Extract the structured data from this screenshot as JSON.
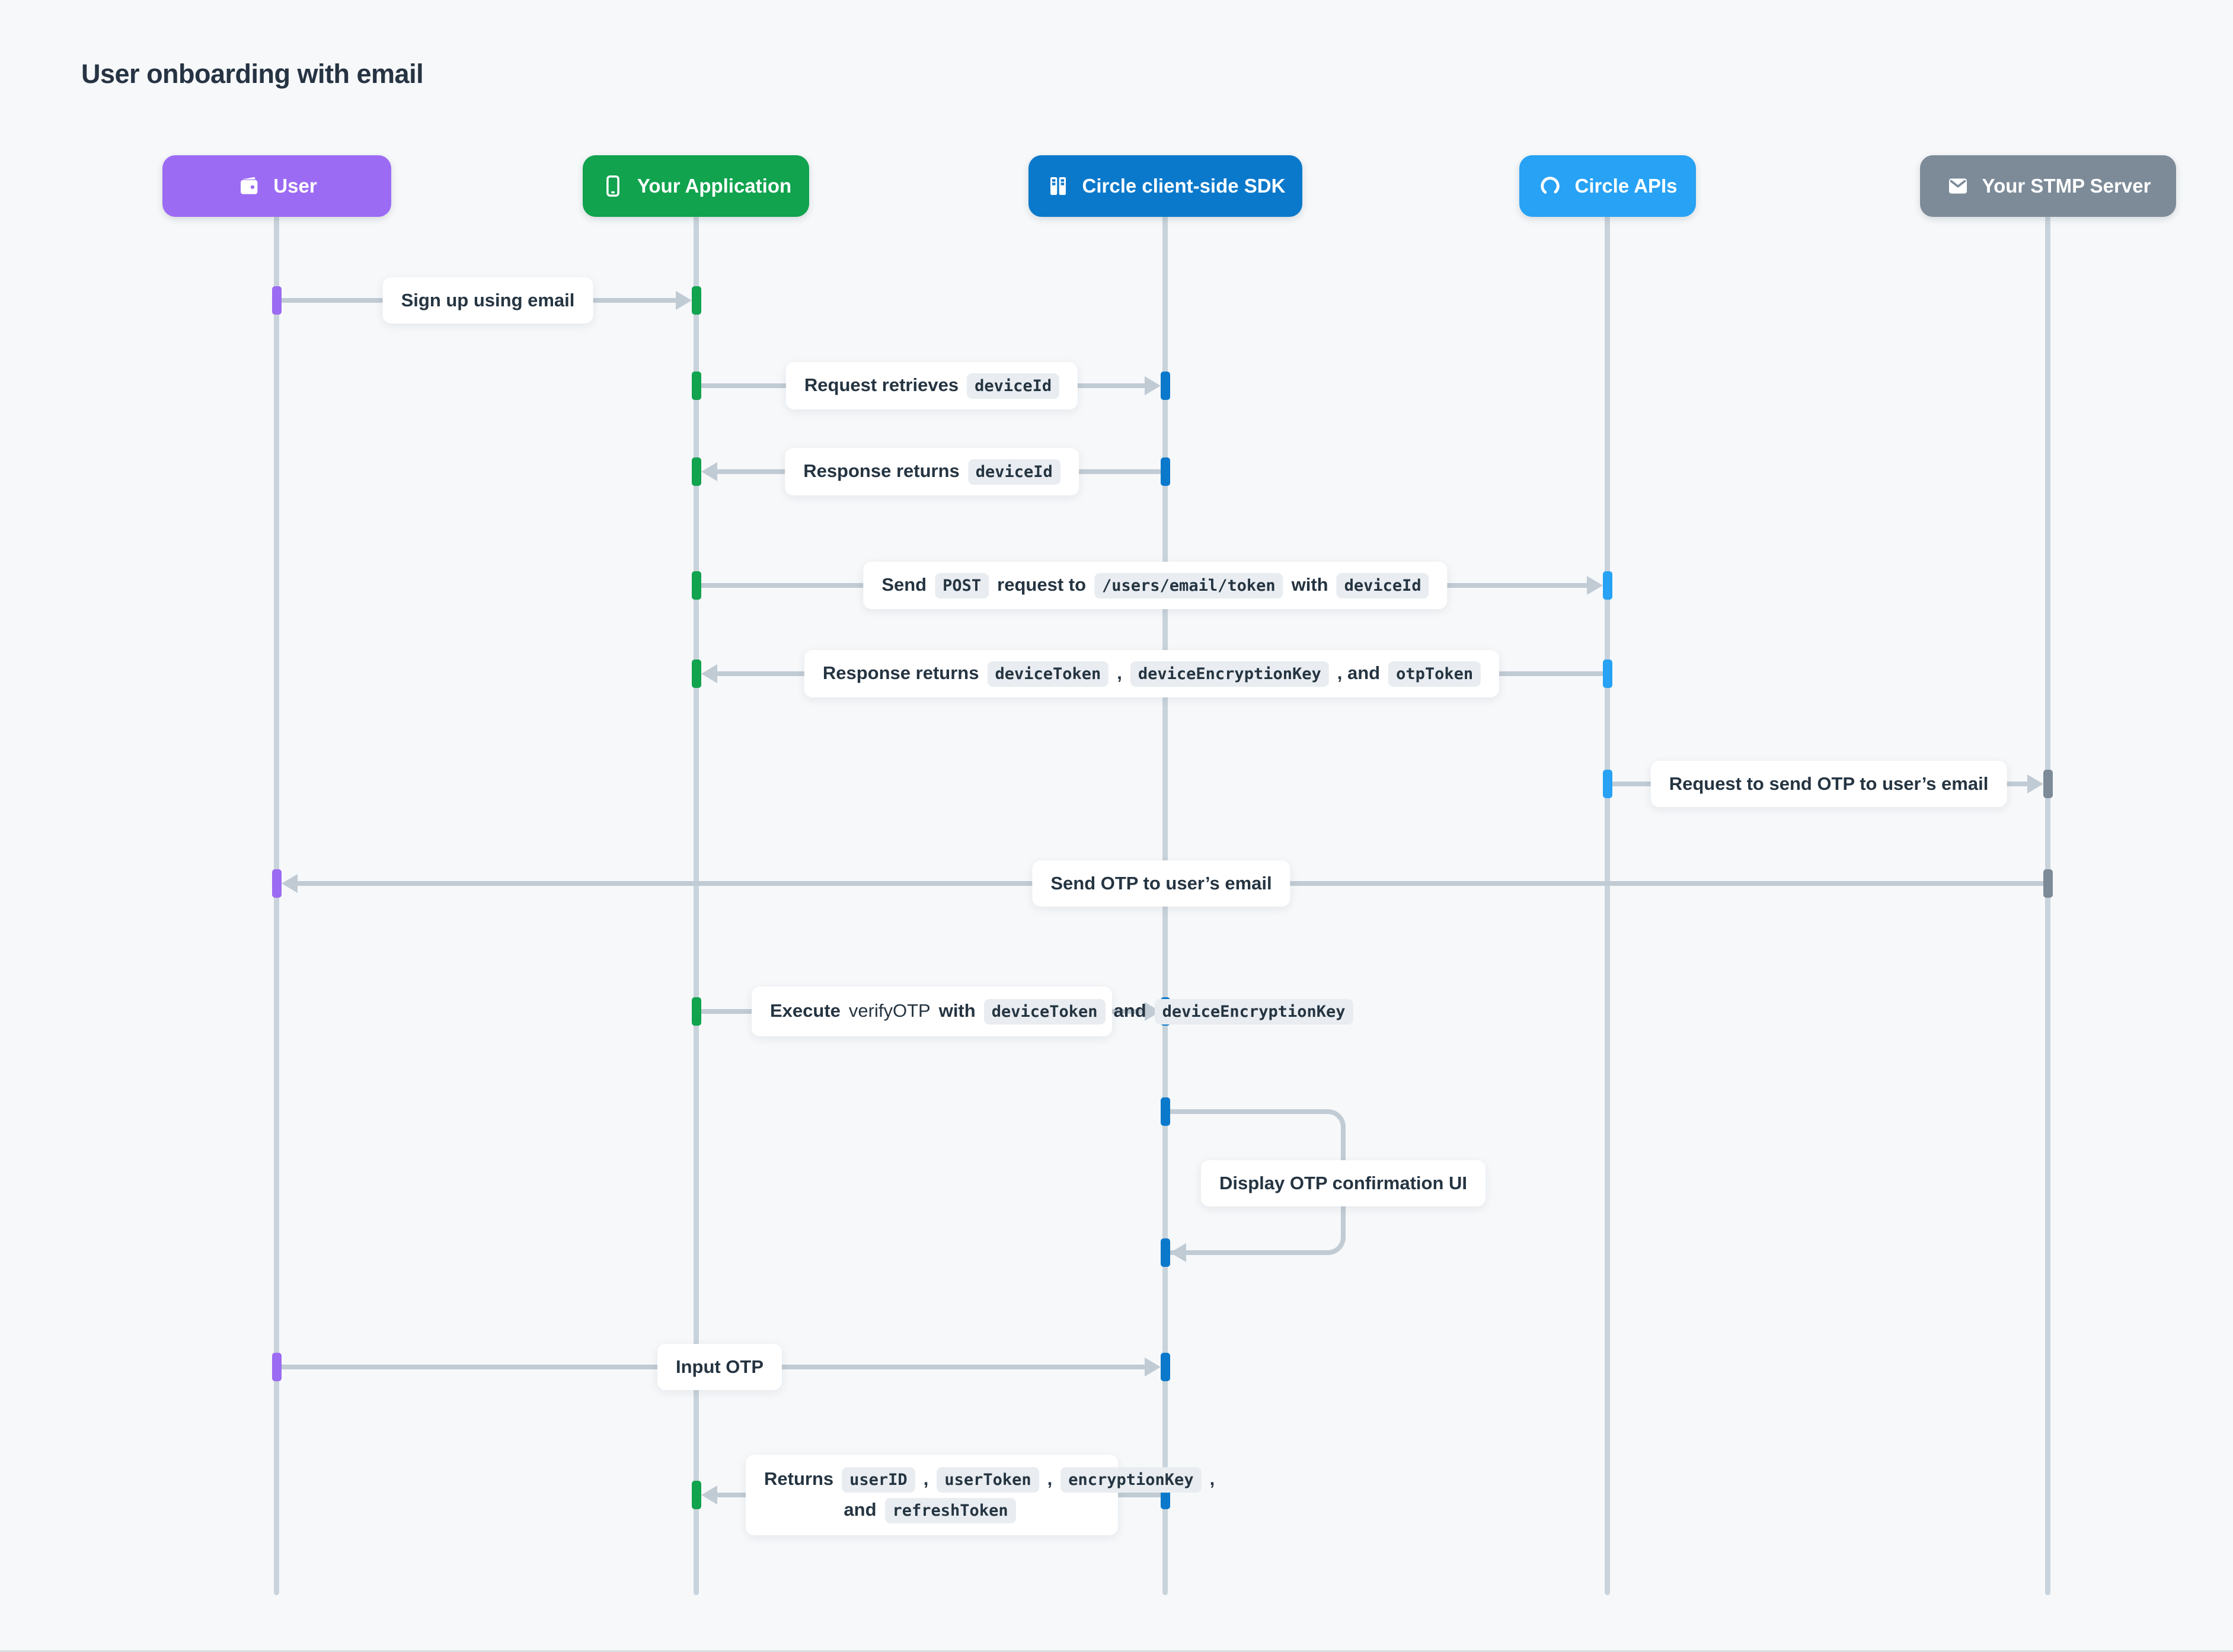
{
  "page": {
    "title": "User onboarding with email"
  },
  "colors": {
    "background": "#F6F8FA",
    "arrow": "#C1CBD4",
    "lifeline": "#C9D3DB",
    "label_text": "#253441",
    "chip_bg": "#E9EDF1",
    "user": "#9C6BF3",
    "application": "#11A34E",
    "sdk": "#0B79CB",
    "apis": "#27A2F5",
    "smtp": "#7D8B98"
  },
  "actors": [
    {
      "label": "User",
      "color": "#9C6BF3",
      "icon": "wallet-icon"
    },
    {
      "label": "Your Application",
      "color": "#11A34E",
      "icon": "mobile-icon"
    },
    {
      "label": "Circle client-side SDK",
      "color": "#0B79CB",
      "icon": "modules-icon"
    },
    {
      "label": "Circle APIs",
      "color": "#27A2F5",
      "icon": "circle-arc-icon"
    },
    {
      "label": "Your STMP Server",
      "color": "#7D8B98",
      "icon": "envelope-icon"
    }
  ],
  "messages": [
    {
      "from": "User",
      "to": "Your Application",
      "direction": "right",
      "segments": [
        {
          "text": "Sign up using email",
          "style": "bold"
        }
      ]
    },
    {
      "from": "Your Application",
      "to": "Circle client-side SDK",
      "direction": "right",
      "segments": [
        {
          "text": "Request retrieves",
          "style": "bold"
        },
        {
          "text": "deviceId",
          "style": "code"
        }
      ]
    },
    {
      "from": "Circle client-side SDK",
      "to": "Your Application",
      "direction": "left",
      "segments": [
        {
          "text": "Response returns",
          "style": "bold"
        },
        {
          "text": "deviceId",
          "style": "code"
        }
      ]
    },
    {
      "from": "Your Application",
      "to": "Circle APIs",
      "direction": "right",
      "segments": [
        {
          "text": "Send",
          "style": "bold"
        },
        {
          "text": "POST",
          "style": "code"
        },
        {
          "text": "request to",
          "style": "bold"
        },
        {
          "text": "/users/email/token",
          "style": "code"
        },
        {
          "text": "with",
          "style": "bold"
        },
        {
          "text": "deviceId",
          "style": "code"
        }
      ]
    },
    {
      "from": "Circle APIs",
      "to": "Your Application",
      "direction": "left",
      "segments": [
        {
          "text": "Response returns",
          "style": "bold"
        },
        {
          "text": "deviceToken",
          "style": "code"
        },
        {
          "text": ",",
          "style": "bold"
        },
        {
          "text": "deviceEncryptionKey",
          "style": "code"
        },
        {
          "text": ", and",
          "style": "bold"
        },
        {
          "text": "otpToken",
          "style": "code"
        }
      ]
    },
    {
      "from": "Circle APIs",
      "to": "Your STMP Server",
      "direction": "right",
      "segments": [
        {
          "text": "Request to send OTP to user’s email",
          "style": "bold"
        }
      ]
    },
    {
      "from": "Your STMP Server",
      "to": "User",
      "direction": "left",
      "segments": [
        {
          "text": "Send OTP to user’s email",
          "style": "bold"
        }
      ]
    },
    {
      "from": "Your Application",
      "to": "Circle client-side SDK",
      "direction": "right",
      "segments": [
        {
          "text": "Execute",
          "style": "bold"
        },
        {
          "text": "verifyOTP",
          "style": "plain"
        },
        {
          "text": "with",
          "style": "bold"
        },
        {
          "text": "deviceToken",
          "style": "code"
        },
        {
          "text": "and",
          "style": "bold"
        },
        {
          "text": "deviceEncryptionKey",
          "style": "code"
        }
      ]
    },
    {
      "from": "Circle client-side SDK",
      "to": "Circle client-side SDK",
      "direction": "self",
      "segments": [
        {
          "text": "Display OTP confirmation UI",
          "style": "bold"
        }
      ]
    },
    {
      "from": "User",
      "to": "Circle client-side SDK",
      "direction": "right",
      "segments": [
        {
          "text": "Input OTP",
          "style": "bold"
        }
      ]
    },
    {
      "from": "Circle client-side SDK",
      "to": "Your Application",
      "direction": "left",
      "segments": [
        {
          "text": "Returns",
          "style": "bold"
        },
        {
          "text": "userID",
          "style": "code"
        },
        {
          "text": ",",
          "style": "bold"
        },
        {
          "text": "userToken",
          "style": "code"
        },
        {
          "text": ",",
          "style": "bold"
        },
        {
          "text": "encryptionKey",
          "style": "code"
        },
        {
          "text": ", and",
          "style": "bold"
        },
        {
          "text": "refreshToken",
          "style": "code"
        }
      ]
    }
  ]
}
